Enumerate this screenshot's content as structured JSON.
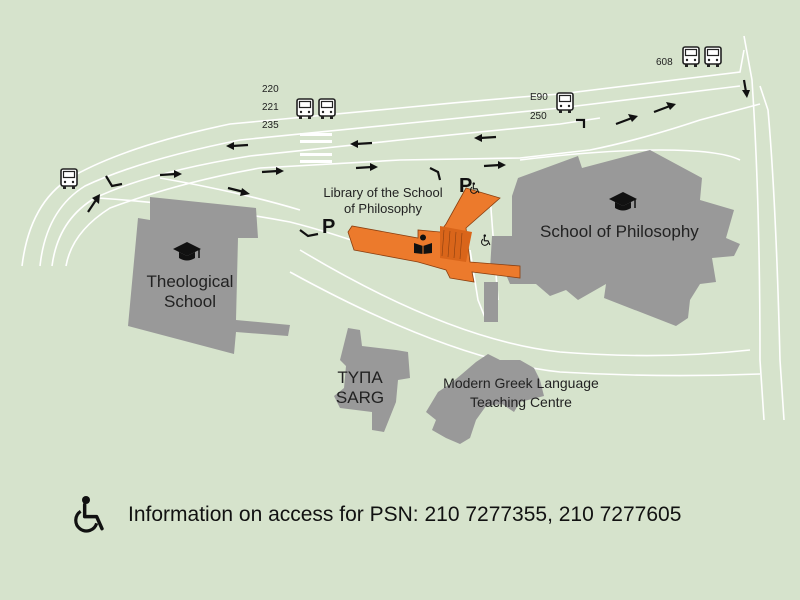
{
  "buildings": {
    "theological_school": {
      "line1": "Theological",
      "line2": "School"
    },
    "school_of_philosophy": "School of Philosophy",
    "library": {
      "line1": "Library of the School",
      "line2": "of Philosophy"
    },
    "typa": {
      "line1": "ΤΥΠΑ",
      "line2": "SARG"
    },
    "greek_centre": {
      "line1": "Modern Greek Language",
      "line2": "Teaching Centre"
    }
  },
  "bus_stops": {
    "left": {
      "routes": []
    },
    "center": {
      "routes": [
        "220",
        "221",
        "235"
      ]
    },
    "right": {
      "routes": [
        "E90",
        "250"
      ]
    },
    "far_right": {
      "routes": [
        "608"
      ]
    }
  },
  "parking": {
    "symbol": "P"
  },
  "footer": {
    "text": "Information on access for PSN: 210 7277355,  210 7277605"
  },
  "colors": {
    "background": "#d6e3cc",
    "building": "#999999",
    "library": "#ec7a2c",
    "road_line": "#ffffff"
  }
}
